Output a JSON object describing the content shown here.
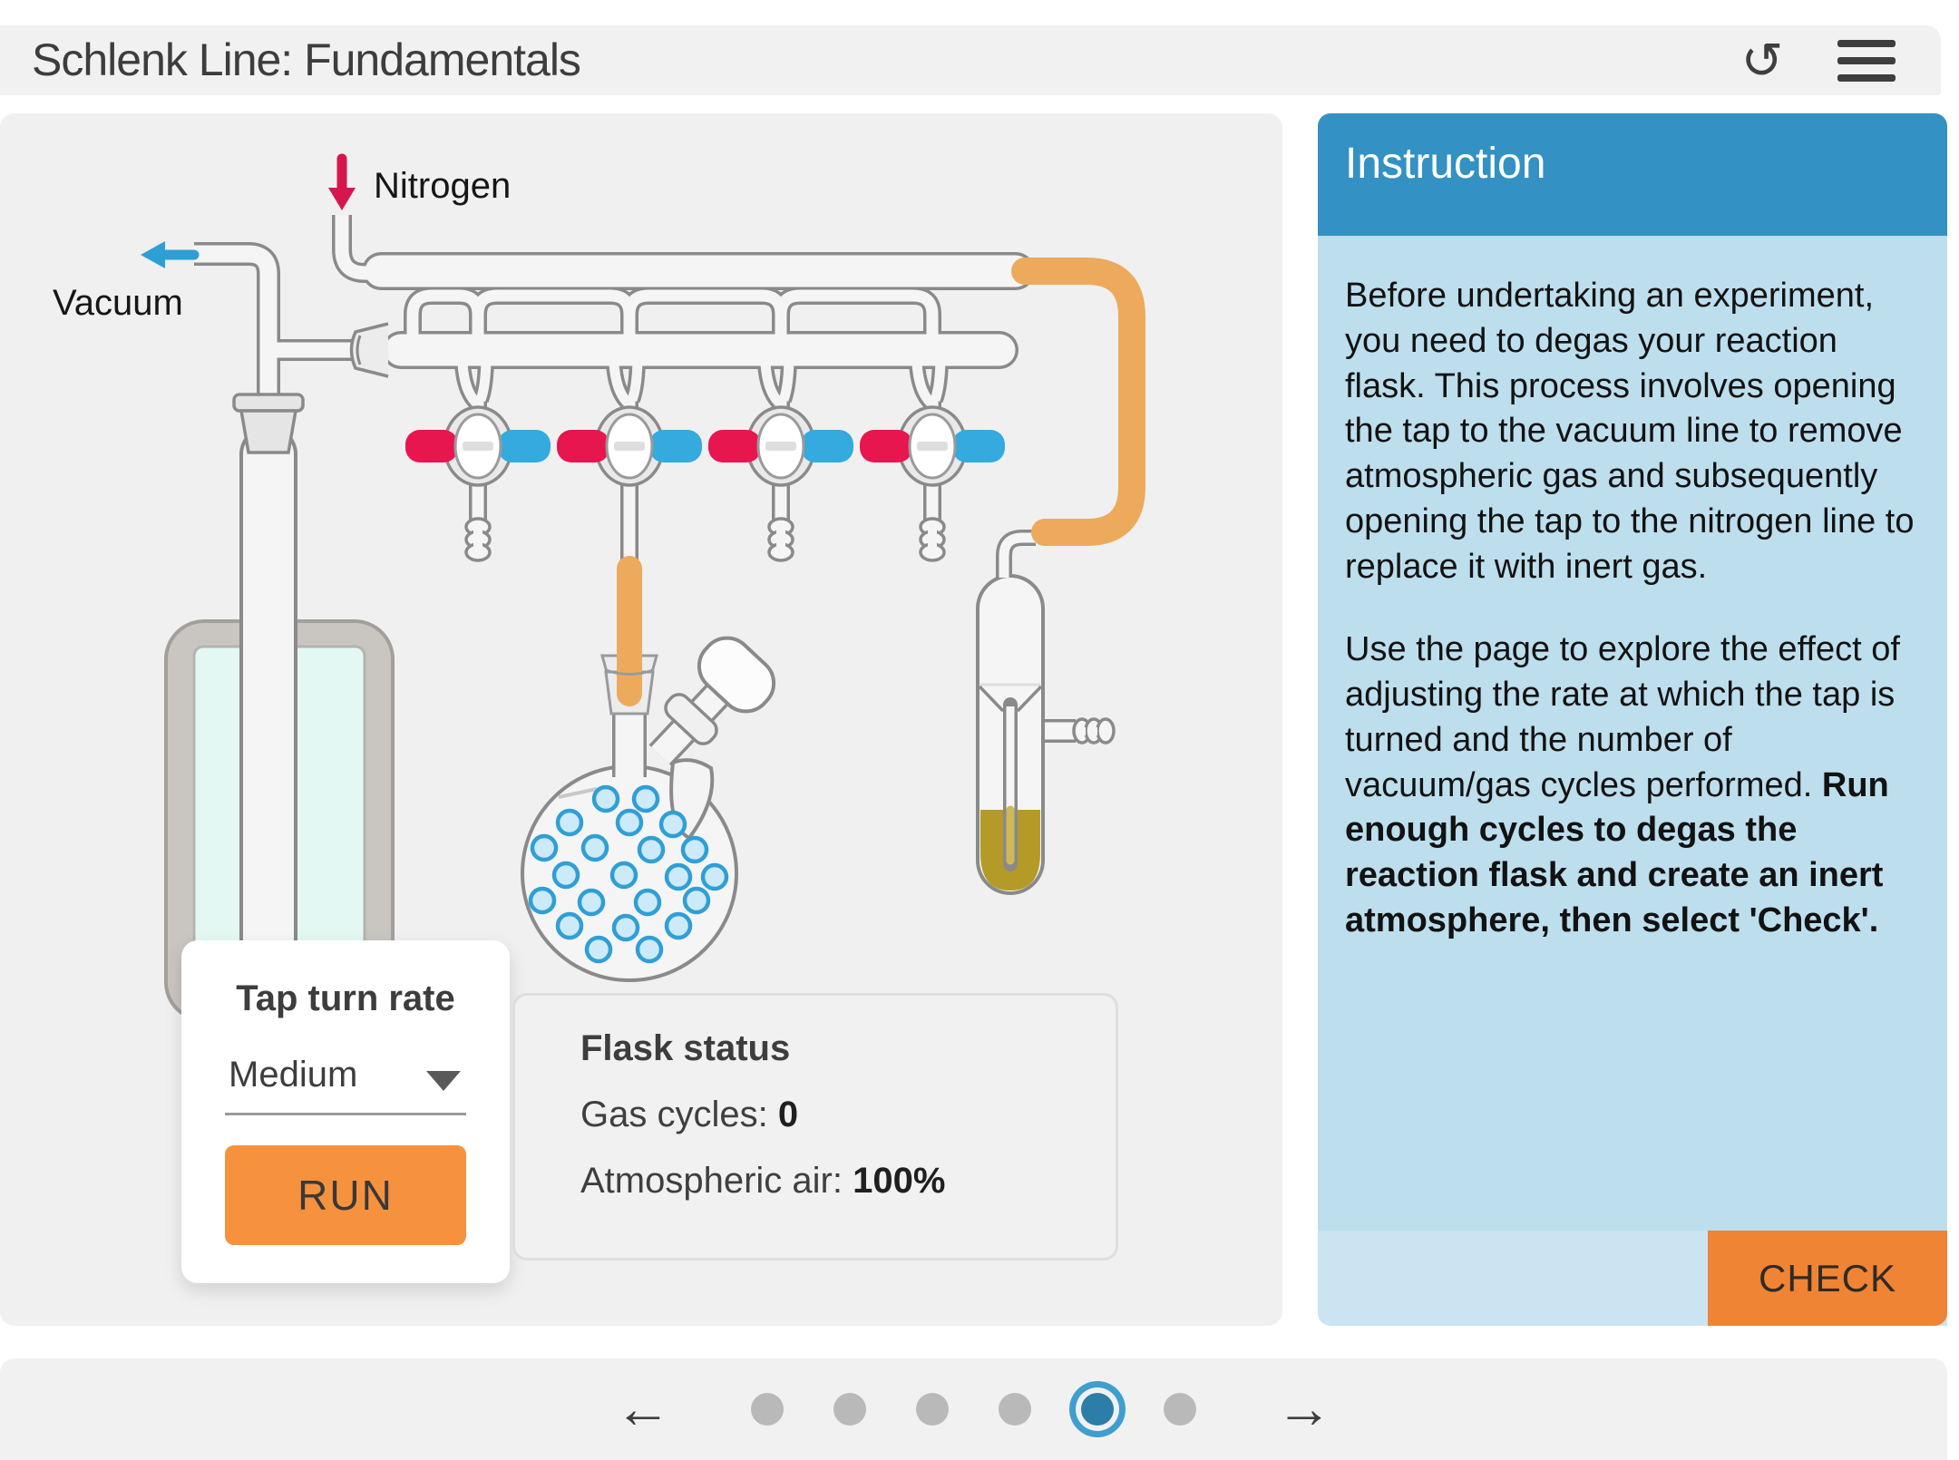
{
  "header": {
    "title": "Schlenk Line: Fundamentals"
  },
  "diagram": {
    "nitrogen_label": "Nitrogen",
    "vacuum_label": "Vacuum"
  },
  "tap_rate_card": {
    "heading": "Tap turn rate",
    "selected_rate": "Medium",
    "run_label": "RUN"
  },
  "flask_status": {
    "heading": "Flask status",
    "gas_cycles_label": "Gas cycles:",
    "gas_cycles_value": "0",
    "air_label": "Atmospheric air:",
    "air_value": "100%"
  },
  "instruction": {
    "heading": "Instruction",
    "paragraph1": "Before undertaking an experiment, you need to degas your reaction flask. This process involves opening the tap to the vacuum line to remove atmospheric gas and subsequently opening the tap to the nitrogen line to replace it with inert gas.",
    "paragraph2": "Use the page to explore the effect of adjusting the rate at which the tap is turned and the number of vacuum/gas cycles performed. ",
    "paragraph2_bold": "Run enough cycles to degas the reaction flask and create an inert atmosphere, then select 'Check'.",
    "check_label": "CHECK"
  },
  "nav": {
    "dot_count": 6,
    "active_index": 4
  },
  "colors": {
    "panel_header_blue": "#3391c3",
    "panel_body_blue": "#bddeed",
    "check_orange": "#ef8434",
    "run_orange": "#f6923e",
    "tubing_orange": "#edaa5c",
    "tap_red": "#e8164e",
    "tap_blue": "#35aade",
    "active_dot_blue": "#2a7ea7",
    "active_dot_ring": "#3e9ecf",
    "glass_outline": "#8a8a8a",
    "oil_yellow": "#b49b27",
    "trap_liquid": "#e4f8f3"
  }
}
